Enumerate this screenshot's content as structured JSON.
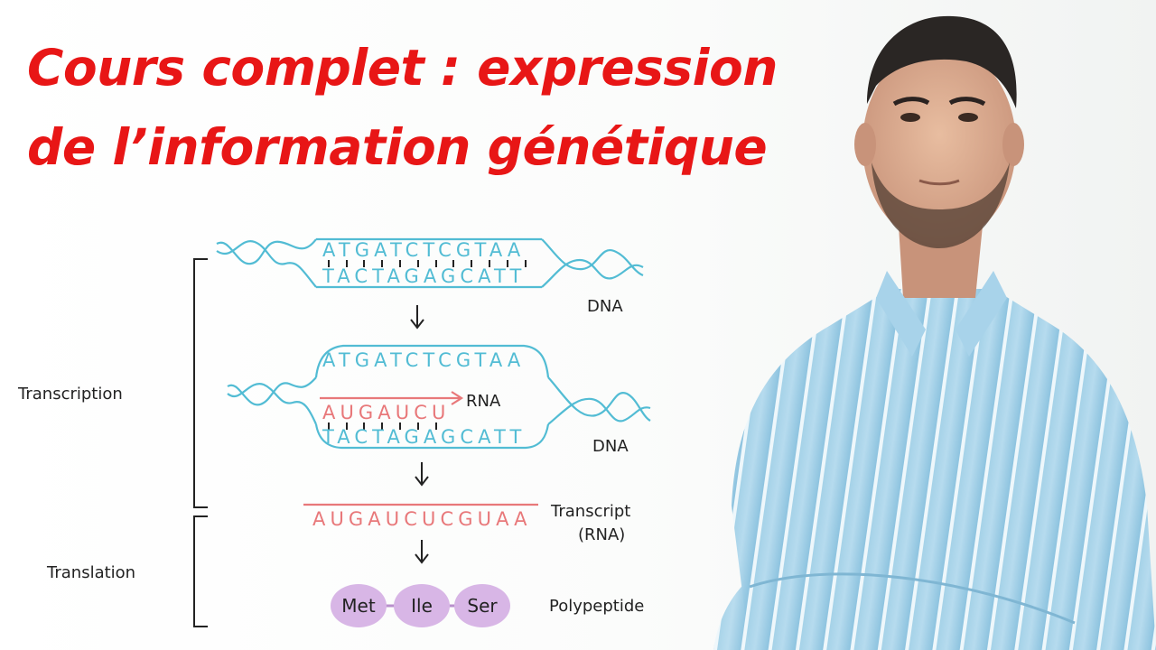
{
  "title": {
    "line1": "Cours complet : expression",
    "line2": "de l’information génétique"
  },
  "diagram": {
    "dna1": {
      "top_strand": "ATGATCTCGTAA",
      "bottom_strand": "TACTAGAGCATT",
      "label": "DNA"
    },
    "dna2": {
      "top_strand": "ATGATCTCGTAA",
      "rna_partial": "AUGAUCU",
      "rna_label": "RNA",
      "bottom_strand": "TACTAGAGCATT",
      "label": "DNA"
    },
    "transcript": {
      "sequence": "AUGAUCUCGUAA",
      "label_line1": "Transcript",
      "label_line2": "(RNA)"
    },
    "polypeptide": {
      "amino_acids": [
        "Met",
        "Ile",
        "Ser"
      ],
      "label": "Polypeptide"
    },
    "phases": {
      "transcription": "Transcription",
      "translation": "Translation"
    },
    "colors": {
      "dna": "#52bcd4",
      "rna": "#e8787a",
      "amino_acid": "#d8b6e6",
      "title": "#e81616"
    }
  }
}
